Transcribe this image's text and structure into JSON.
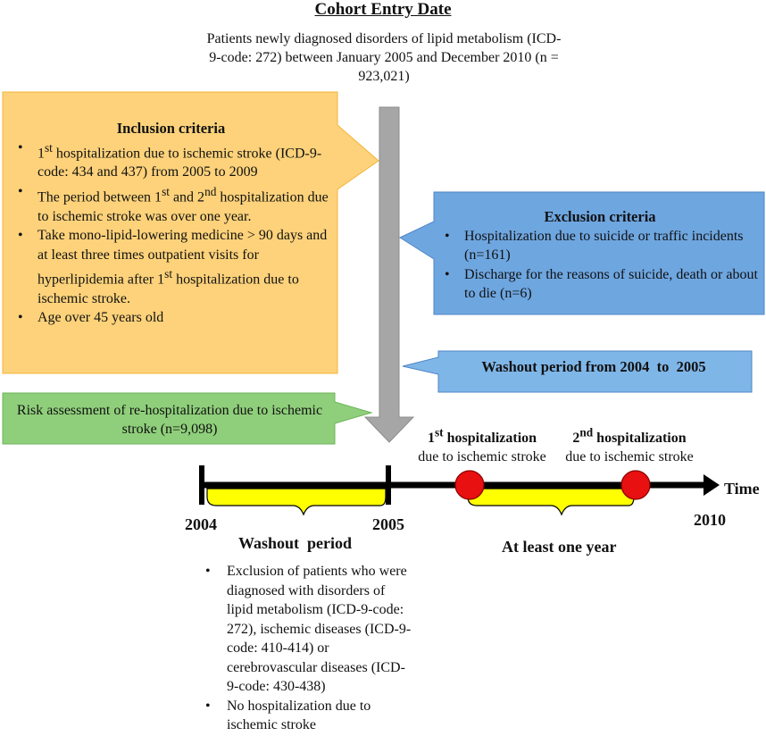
{
  "title": "Cohort Entry Date",
  "entry_text": "Patients newly diagnosed disorders of lipid metabolism (ICD-9-code: 272) between January 2005 and December 2010 (n = 923,021)",
  "inclusion": {
    "heading": "Inclusion criteria",
    "items": [
      {
        "pre": "1",
        "sup": "st",
        "post": " hospitalization due to ischemic stroke (ICD-9-code: 434 and 437) from 2005 to 2009"
      },
      {
        "pre": "The period between 1",
        "sup": "st",
        "mid": " and 2",
        "sup2": "nd",
        "post": " hospitalization due to ischemic stroke was over one year."
      },
      {
        "pre": "Take mono-lipid-lowering medicine > 90 days and at least three times outpatient visits for hyperlipidemia after 1",
        "sup": "st",
        "post": " hospitalization due to ischemic stroke."
      },
      {
        "pre": "Age over 45 years old"
      }
    ]
  },
  "exclusion": {
    "heading": "Exclusion criteria",
    "items": [
      "Hospitalization due to suicide or traffic incidents (n=161)",
      "Discharge for the reasons of suicide, death or about to die (n=6)"
    ]
  },
  "washout_box": "Washout period from 2004  to  2005",
  "risk": "Risk assessment of re-hospitalization due to ischemic stroke (n=9,098)",
  "timeline": {
    "time_label": "Time",
    "year_start": "2004",
    "year_mid": "2005",
    "year_end": "2010",
    "washout_label": "Washout  period",
    "at_least_label": "At least one year",
    "hosp1": {
      "num": "1",
      "sup": "st",
      "label": " hospitalization",
      "sub": "due to ischemic stroke"
    },
    "hosp2": {
      "num": "2",
      "sup": "nd",
      "label": " hospitalization",
      "sub": "due to ischemic stroke"
    }
  },
  "washout_criteria": [
    "Exclusion of patients who were diagnosed with disorders of lipid metabolism (ICD-9-code: 272), ischemic diseases (ICD-9-code: 410-414) or cerebrovascular diseases (ICD-9-code: 430-438)",
    "No hospitalization due to ischemic stroke"
  ],
  "colors": {
    "inclusion_fill": "#fdd27a",
    "exclusion_fill": "#6ea6e0",
    "washout_fill": "#7fb6e8",
    "risk_fill": "#8fcf7b",
    "arrow_gray": "#a6a6a6",
    "bracket_yellow": "#ffff00",
    "hospital_marker": "#e81010"
  }
}
